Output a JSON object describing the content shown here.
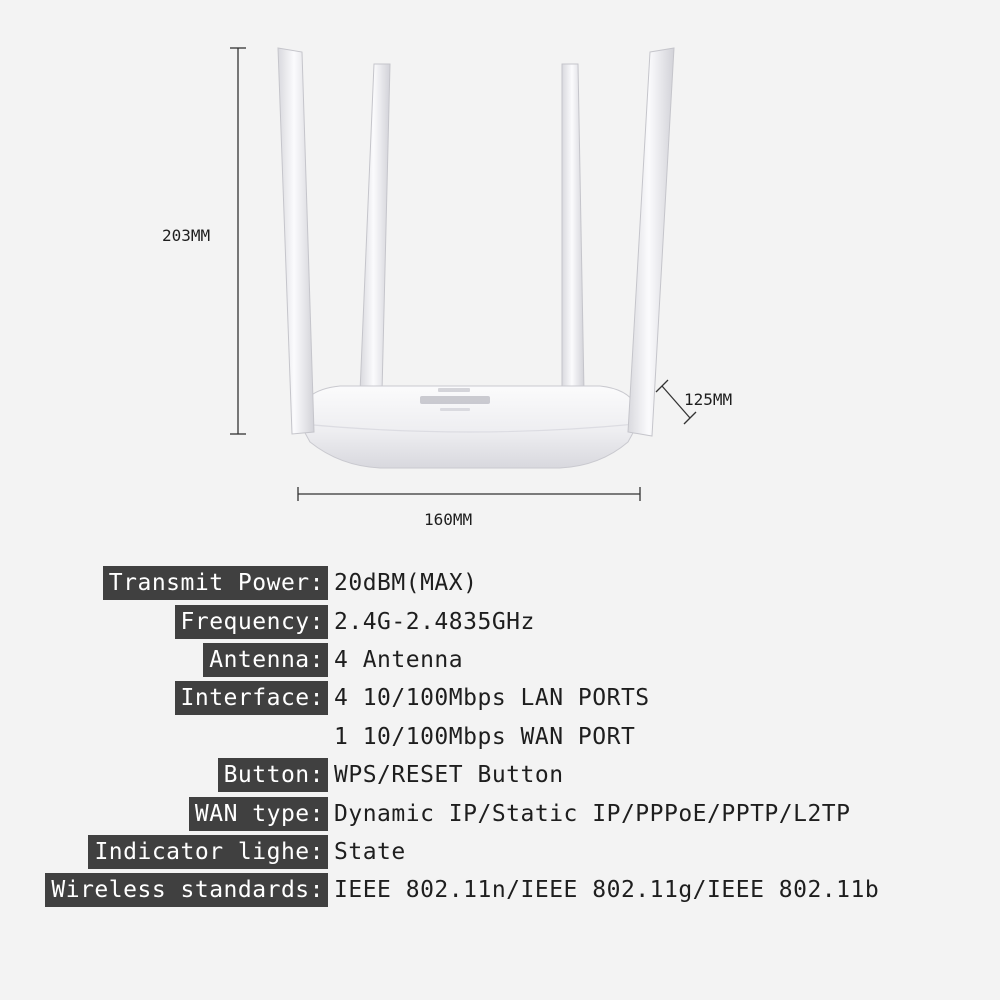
{
  "dimensions": {
    "height": "203MM",
    "width": "160MM",
    "depth": "125MM"
  },
  "specs": [
    {
      "label": "Transmit Power:",
      "value": "20dBM(MAX)"
    },
    {
      "label": "Frequency:",
      "value": "2.4G-2.4835GHz"
    },
    {
      "label": "Antenna:",
      "value": "4 Antenna"
    },
    {
      "label": "Interface:",
      "value": "4 10/100Mbps LAN PORTS"
    },
    {
      "label": "",
      "value": "1 10/100Mbps WAN PORT"
    },
    {
      "label": "Button:",
      "value": "WPS/RESET Button"
    },
    {
      "label": "WAN type:",
      "value": "Dynamic IP/Static IP/PPPoE/PPTP/L2TP"
    },
    {
      "label": "Indicator lighe:",
      "value": "State"
    },
    {
      "label": "Wireless standards:",
      "value": "IEEE 802.11n/IEEE 802.11g/IEEE 802.11b"
    }
  ],
  "colors": {
    "background": "#f3f3f3",
    "label_bg": "#404040",
    "label_text": "#ffffff",
    "body_text": "#1e1e1e",
    "router_white": "#f4f4f6"
  }
}
